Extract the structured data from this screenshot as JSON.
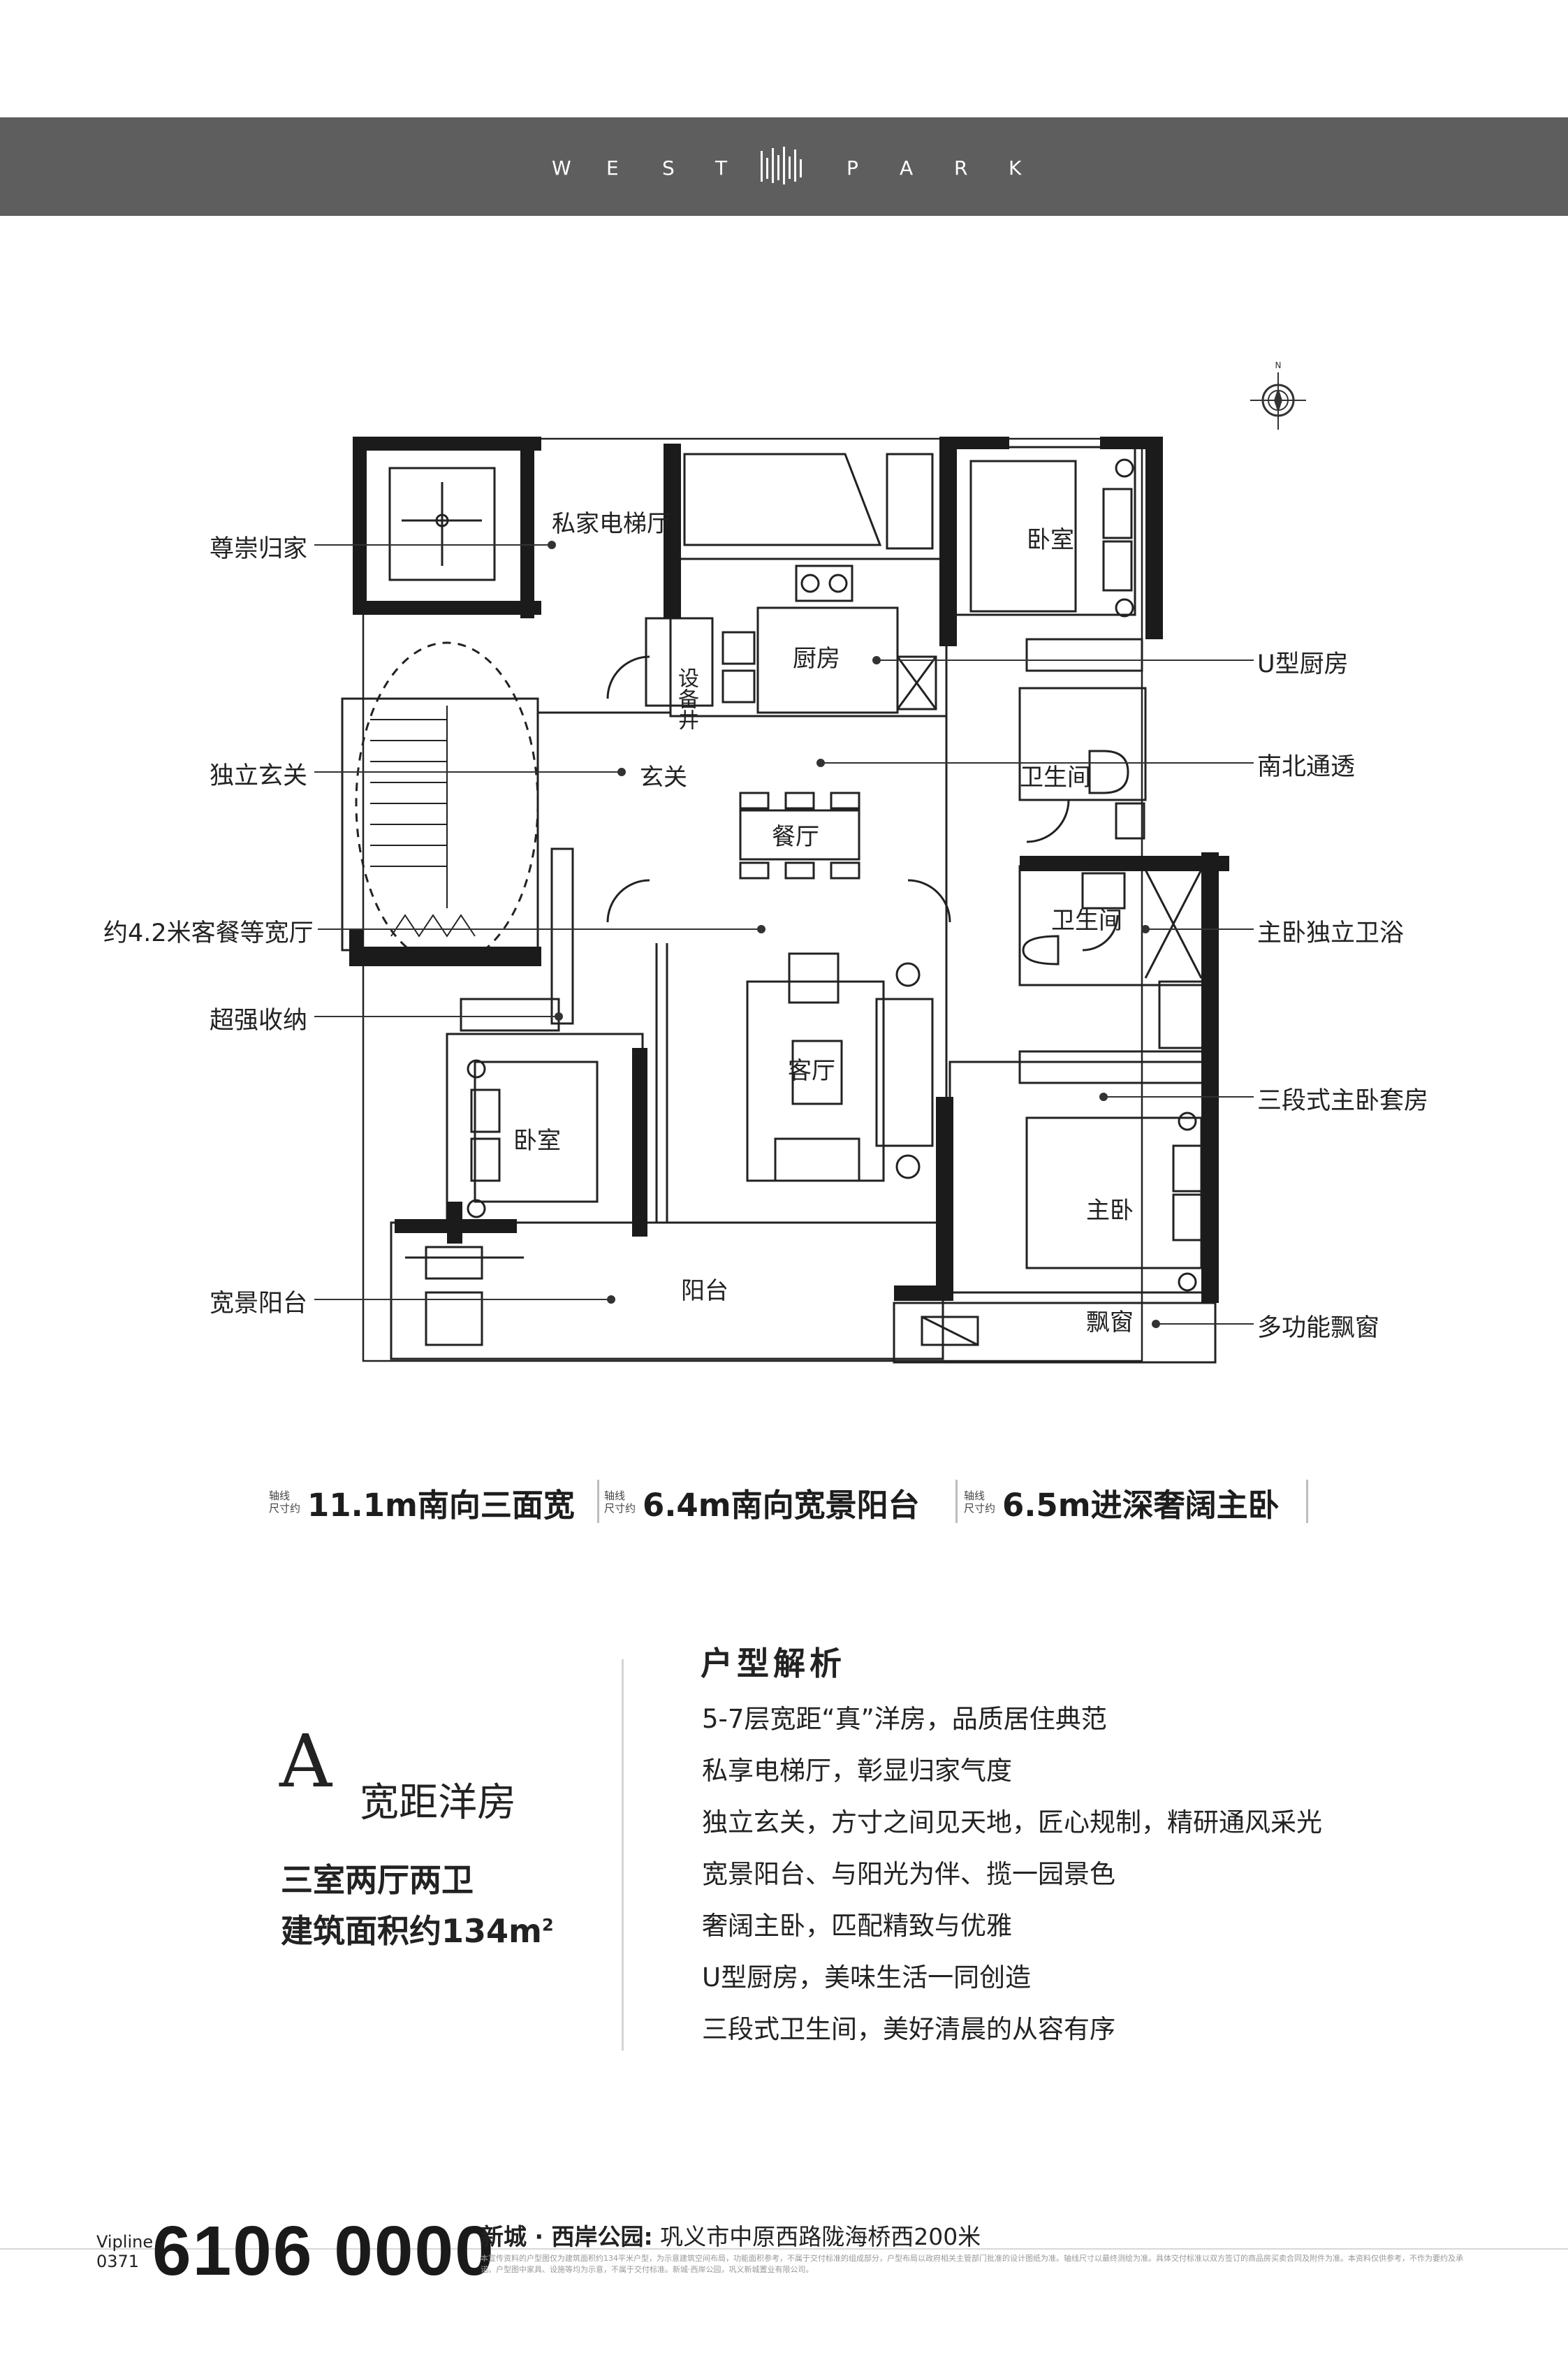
{
  "header": {
    "letters": [
      "W",
      "E",
      "S",
      "T",
      "P",
      "A",
      "R",
      "K"
    ],
    "logo_icon": "barcode-style-logo-icon"
  },
  "plan": {
    "compass_icon": "compass-north-icon",
    "rooms": {
      "bedroom_a": "卧室",
      "kitchen": "厨房",
      "equipment_well": "设备井",
      "private_lobby": "私家电梯厅",
      "entry": "玄关",
      "dining": "餐厅",
      "bath_a": "卫生间",
      "bath_b": "卫生间",
      "living": "客厅",
      "bedroom_b": "卧室",
      "master": "主卧",
      "balcony": "阳台",
      "bay_window": "飘窗"
    },
    "callouts_left": [
      "尊崇归家",
      "独立玄关",
      "约4.2米客餐等宽厅",
      "超强收纳",
      "宽景阳台"
    ],
    "callouts_right": [
      "U型厨房",
      "南北通透",
      "主卧独立卫浴",
      "三段式主卧套房",
      "多功能飘窗"
    ]
  },
  "highlights": [
    {
      "tiny_top": "轴线",
      "tiny_bottom": "尺寸约",
      "text": "11.1m南向三面宽"
    },
    {
      "tiny_top": "轴线",
      "tiny_bottom": "尺寸约",
      "text": "6.4m南向宽景阳台"
    },
    {
      "tiny_top": "轴线",
      "tiny_bottom": "尺寸约",
      "text": "6.5m进深奢阔主卧"
    }
  ],
  "unit": {
    "letter": "A",
    "title": "宽距洋房",
    "rooms": "三室两厅两卫",
    "area_prefix": "建筑面积约134m",
    "area_sup": "2"
  },
  "analysis": {
    "heading": "户型解析",
    "items": [
      "5-7层宽距“真”洋房，品质居住典范",
      "私享电梯厅，彰显归家气度",
      "独立玄关，方寸之间见天地，匠心规制，精研通风采光",
      "宽景阳台、与阳光为伴、揽一园景色",
      "奢阔主卧，匹配精致与优雅",
      "U型厨房，美味生活一同创造",
      "三段式卫生间，美好清晨的从容有序"
    ]
  },
  "footer": {
    "vip_top": "Vipline",
    "vip_bottom": "0371",
    "phone": "6106 0000",
    "project": "新城 · 西岸公园:",
    "address": "巩义市中原西路陇海桥西200米",
    "disclaimer": "本宣传资料的户型图仅为建筑面积约134平米户型，为示意建筑空间布局，功能面积参考，不属于交付标准的组成部分，户型布局以政府相关主管部门批准的设计图纸为准。轴线尺寸以最终测绘为准。具体交付标准以双方签订的商品房买卖合同及附件为准。本资料仅供参考，不作为要约及承诺。户型图中家具、设施等均为示意，不属于交付标准。新城·西岸公园，巩义新城置业有限公司。"
  }
}
